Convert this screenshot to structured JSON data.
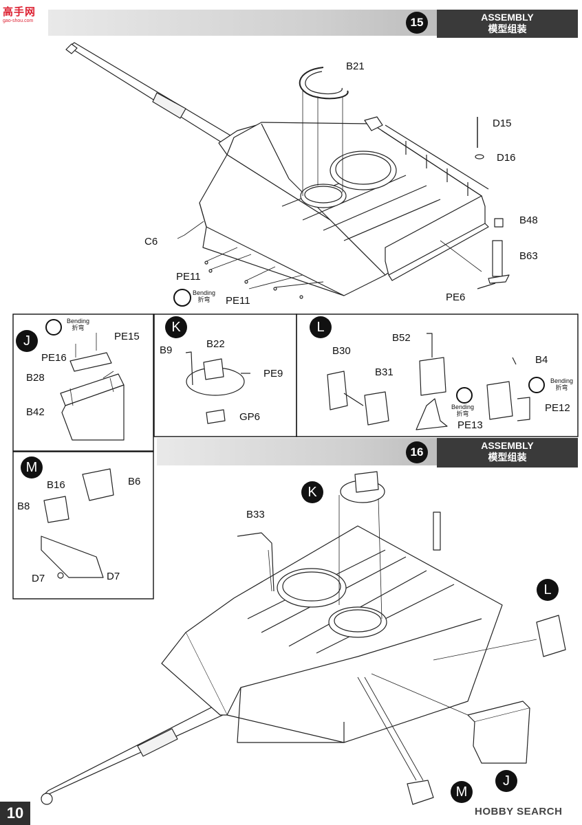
{
  "site_logo": {
    "top": "高手网",
    "sub": "gao-shou.com"
  },
  "step15": {
    "number": "15",
    "title_en": "ASSEMBLY",
    "title_cn": "模型组装"
  },
  "step16": {
    "number": "16",
    "title_en": "ASSEMBLY",
    "title_cn": "模型组装"
  },
  "step15_parts": {
    "b21": "B21",
    "d15": "D15",
    "d16": "D16",
    "b48": "B48",
    "b63": "B63",
    "c6": "C6",
    "pe11a": "PE11",
    "pe11b": "PE11",
    "pe6": "PE6"
  },
  "bending": {
    "en": "Bending",
    "cn": "折弯"
  },
  "subJ": {
    "letter": "J",
    "parts": {
      "pe15": "PE15",
      "pe16": "PE16",
      "b28": "B28",
      "b42": "B42"
    }
  },
  "subK": {
    "letter": "K",
    "parts": {
      "b9": "B9",
      "b22": "B22",
      "pe9": "PE9",
      "gp6": "GP6"
    }
  },
  "subL": {
    "letter": "L",
    "parts": {
      "b30": "B30",
      "b31": "B31",
      "b52": "B52",
      "pe13": "PE13",
      "b4": "B4",
      "pe12": "PE12"
    }
  },
  "subM": {
    "letter": "M",
    "parts": {
      "b16": "B16",
      "b6": "B6",
      "b8": "B8",
      "d7a": "D7",
      "d7b": "D7"
    }
  },
  "step16_parts": {
    "b33": "B33",
    "k": "K",
    "l": "L",
    "j": "J",
    "m": "M"
  },
  "page_number": "10",
  "watermark": "HOBBY SEARCH"
}
